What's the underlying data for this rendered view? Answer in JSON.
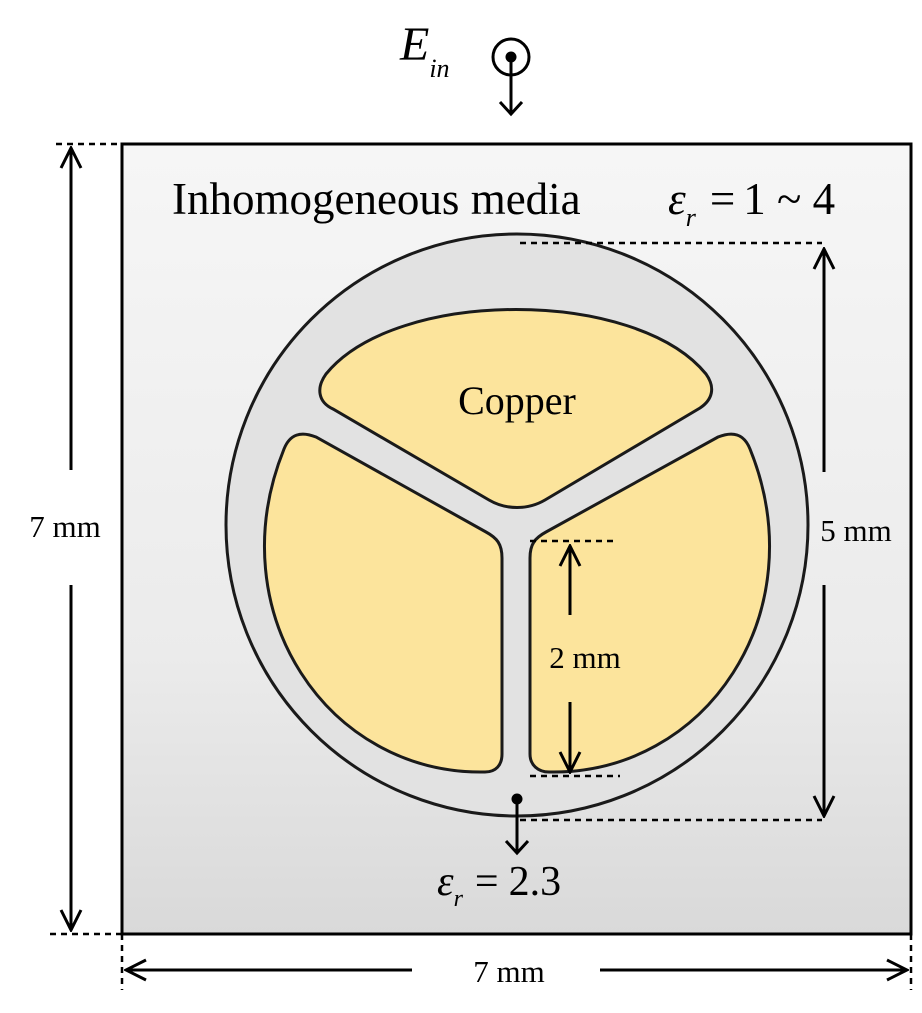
{
  "figure": {
    "incident_field": {
      "symbol": "E",
      "subscript": "in"
    },
    "substrate": {
      "label": "Inhomogeneous media",
      "permittivity": {
        "symbol": "ε",
        "subscript": "r",
        "relation": "=",
        "value": "1 ~ 4"
      }
    },
    "patch": {
      "label": "Copper"
    },
    "gap": {
      "permittivity": {
        "symbol": "ε",
        "subscript": "r",
        "relation": "=",
        "value": "2.3"
      }
    },
    "dimensions": {
      "height": "7 mm",
      "width": "7 mm",
      "outer_diameter": "5 mm",
      "slot_length": "2 mm"
    },
    "colors": {
      "copper": "#fce49c",
      "ring": "#e2e2e2",
      "outline": "#1a1a1a",
      "substrate_top": "#f6f6f6",
      "substrate_bottom": "#d9d9d9"
    }
  }
}
